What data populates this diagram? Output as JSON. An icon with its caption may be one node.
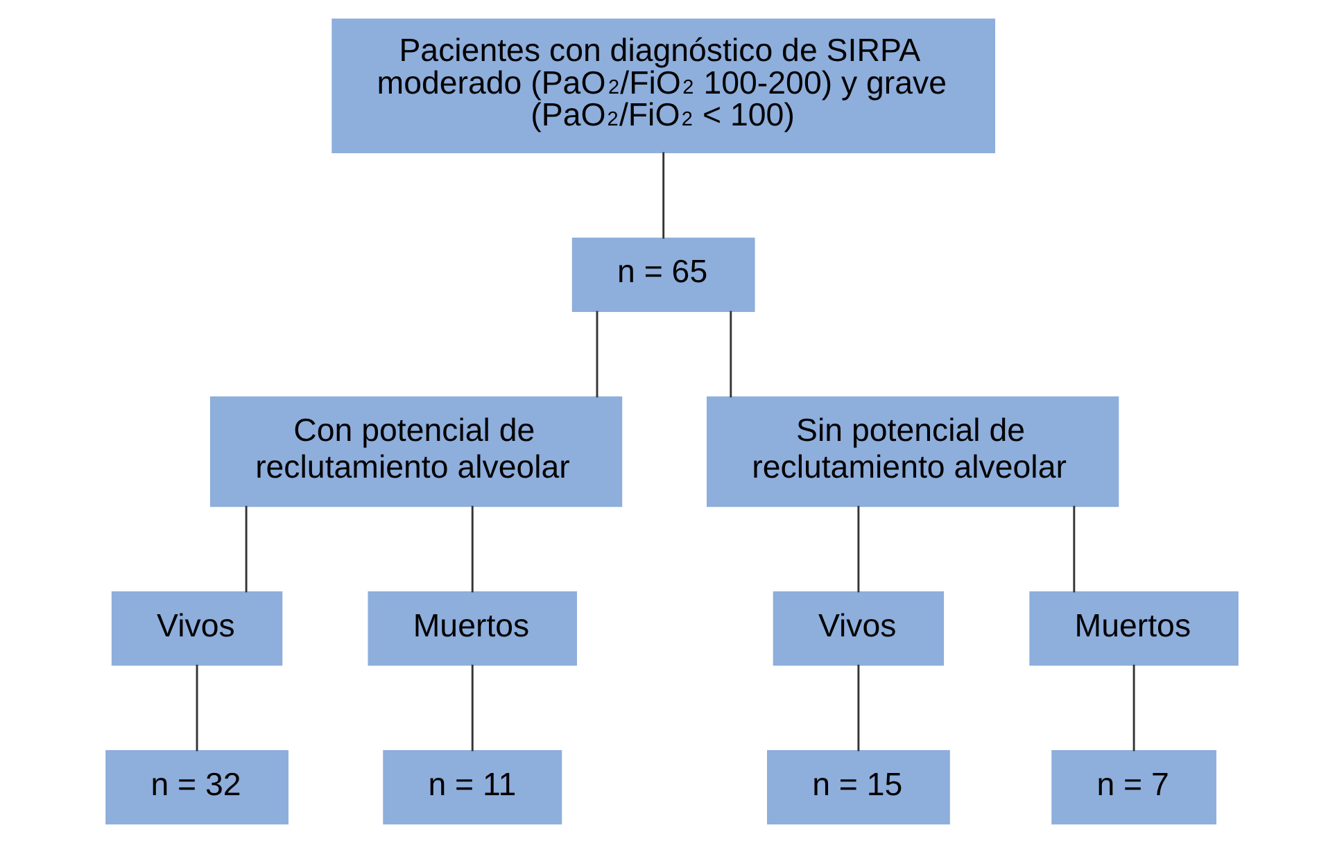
{
  "diagram": {
    "nodes": [
      {
        "text": [
          "Pacientes con diagnóstico de SIRPA moderado (PaO$_{2}$/FiO$_{2}$ 100-200) y grave (PaO$_{2}$/FiO$_{2}$ < 100)"
        ]
      },
      {
        "text": [
          "n = 65"
        ]
      },
      {
        "text": [
          "Con potencial de reclutamiento alveolar"
        ]
      },
      {
        "text": [
          "Sin potencial de reclutamiento alveolar"
        ]
      },
      {
        "text": [
          "Vivos"
        ]
      },
      {
        "text": [
          "Muertos"
        ]
      },
      {
        "text": [
          "Vivos"
        ]
      },
      {
        "text": [
          "Muertos"
        ]
      },
      {
        "text": [
          "n = 32"
        ]
      },
      {
        "text": [
          "n = 11"
        ]
      },
      {
        "text": [
          "n = 15"
        ]
      },
      {
        "text": [
          "n = 7"
        ]
      }
    ],
    "edges": [
      {
        "from": 0,
        "to": 1,
        "arrow": "none"
      },
      {
        "from": 1,
        "to": 2,
        "arrow": "none"
      },
      {
        "from": 1,
        "to": 3,
        "arrow": "none"
      },
      {
        "from": 2,
        "to": 4,
        "arrow": "none"
      },
      {
        "from": 2,
        "to": 5,
        "arrow": "none"
      },
      {
        "from": 3,
        "to": 6,
        "arrow": "none"
      },
      {
        "from": 3,
        "to": 7,
        "arrow": "none"
      },
      {
        "from": 4,
        "to": 8,
        "arrow": "none"
      },
      {
        "from": 5,
        "to": 9,
        "arrow": "none"
      },
      {
        "from": 6,
        "to": 10,
        "arrow": "none"
      },
      {
        "from": 7,
        "to": 11,
        "arrow": "none"
      }
    ]
  }
}
